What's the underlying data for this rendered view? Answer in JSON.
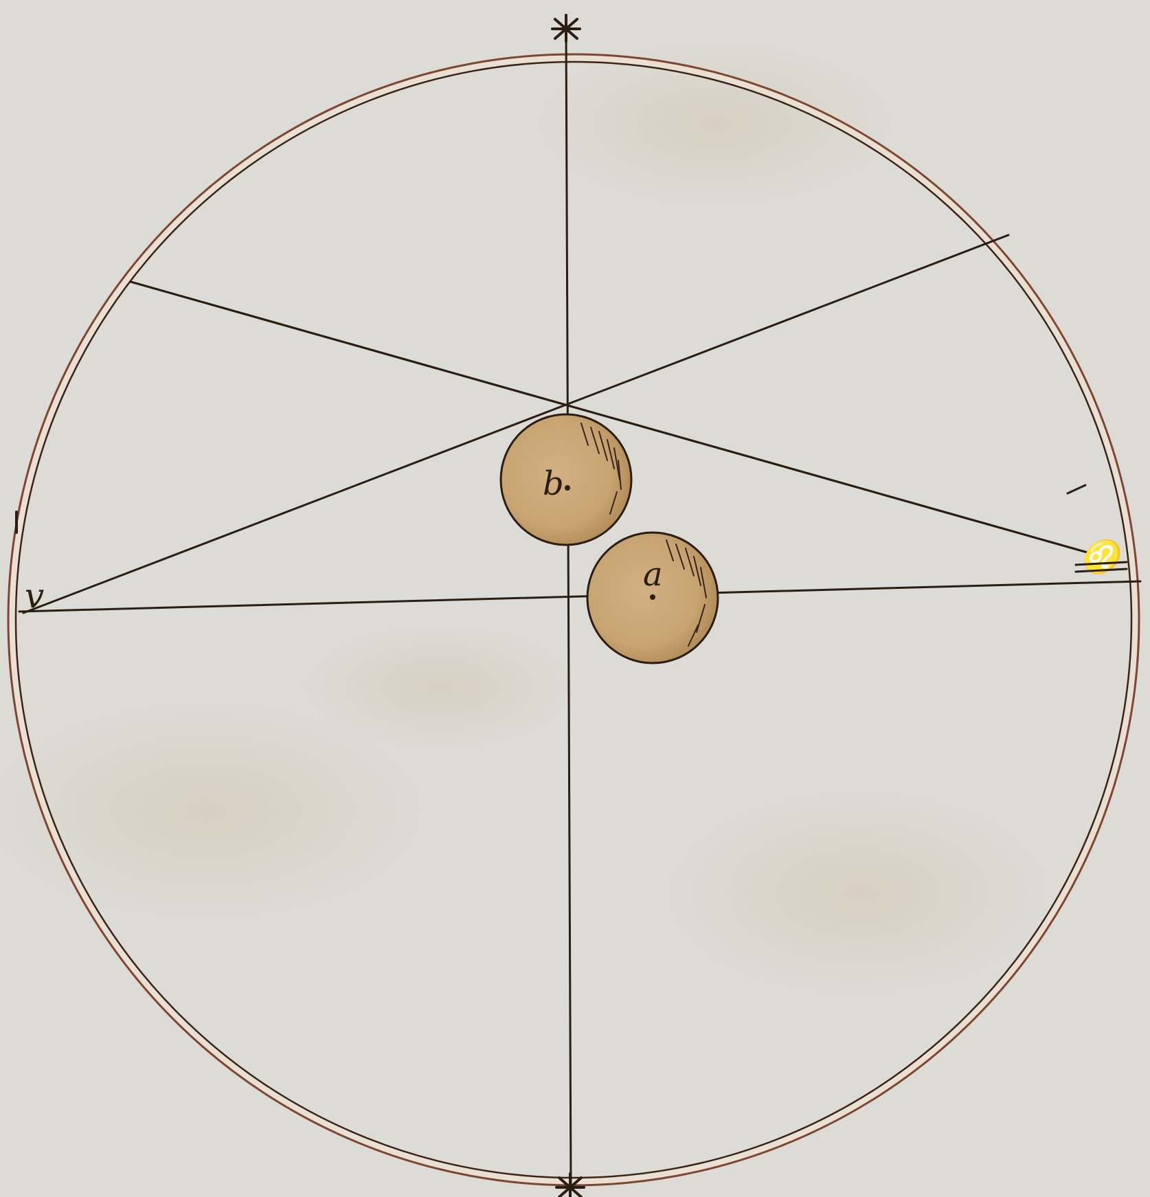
{
  "diagram": {
    "colors": {
      "paper": "#dcdbd5",
      "paper_stain": "#d6cbb8",
      "ink": "#2a1d12",
      "rim": "#8a4a32",
      "ball_fill": "#c9a574",
      "ball_shade": "#a8844f"
    },
    "labels": {
      "ball_a": "a",
      "ball_b": "b",
      "left_point": "v",
      "right_symbol": "♌"
    },
    "icons": {
      "top_marker": "asterisk-icon",
      "bottom_marker": "asterisk-icon",
      "right_marker": "leo-sign-icon"
    }
  }
}
